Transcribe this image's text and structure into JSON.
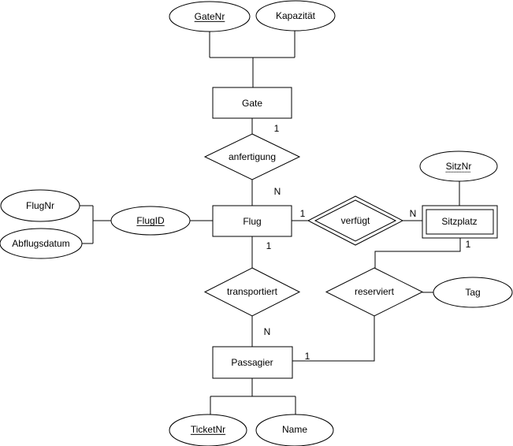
{
  "colors": {
    "background": "#ffffff",
    "stroke": "#000000",
    "text": "#000000"
  },
  "diagram": {
    "entities": {
      "gate": {
        "label": "Gate"
      },
      "flug": {
        "label": "Flug"
      },
      "sitzplatz": {
        "label": "Sitzplatz",
        "weak": true
      },
      "passagier": {
        "label": "Passagier"
      }
    },
    "relationships": {
      "anfertigung": {
        "label": "anfertigung"
      },
      "verfuegt": {
        "label": "verfügt",
        "identifying": true
      },
      "transportiert": {
        "label": "transportiert"
      },
      "reserviert": {
        "label": "reserviert"
      }
    },
    "attributes": {
      "gatenr": {
        "label": "GateNr",
        "key": "primary"
      },
      "kapazitaet": {
        "label": "Kapazität"
      },
      "flugnr": {
        "label": "FlugNr"
      },
      "abflugsdatum": {
        "label": "Abflugsdatum"
      },
      "flugid": {
        "label": "FlugID",
        "key": "primary"
      },
      "sitznr": {
        "label": "SitzNr",
        "key": "partial"
      },
      "tag": {
        "label": "Tag"
      },
      "ticketnr": {
        "label": "TicketNr",
        "key": "primary"
      },
      "name": {
        "label": "Name"
      }
    },
    "cardinalities": {
      "gate_anfertigung": "1",
      "anfertigung_flug": "N",
      "flug_verfuegt": "1",
      "verfuegt_sitzplatz": "N",
      "flug_transportiert": "1",
      "transportiert_passagier": "N",
      "sitzplatz_reserviert": "1",
      "reserviert_passagier": "1"
    }
  }
}
